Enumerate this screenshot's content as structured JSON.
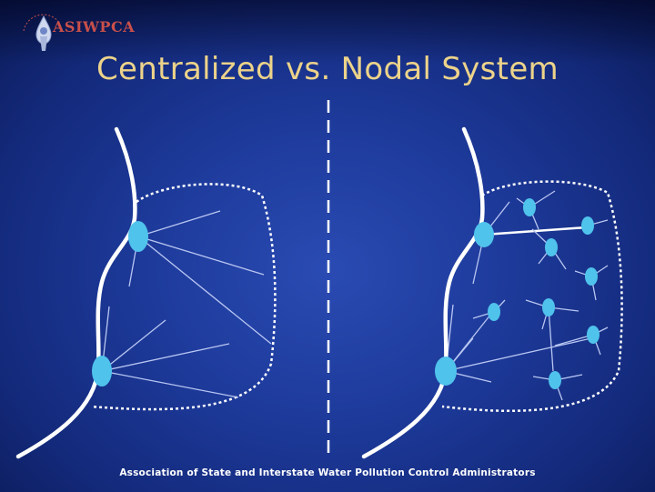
{
  "header": {
    "org_abbrev": "ASIWPCA",
    "title": "Centralized vs. Nodal System"
  },
  "footer": {
    "text": "Association of State and Interstate Water Pollution Control Administrators"
  },
  "colors": {
    "background": "#1d3a9a",
    "title": "#ecd38a",
    "logo_text": "#c9504a",
    "node": "#4fc3ec",
    "line": "#ffffff"
  }
}
